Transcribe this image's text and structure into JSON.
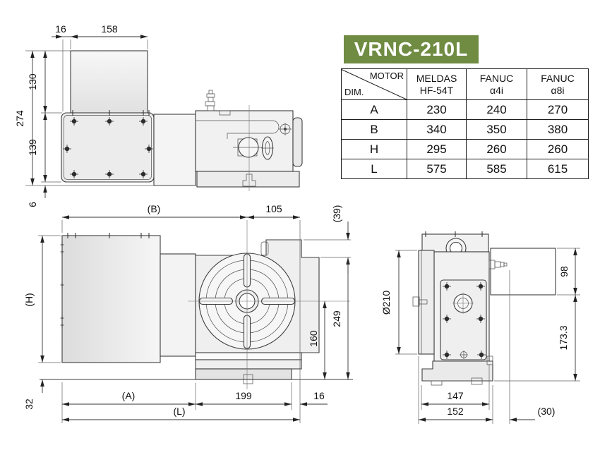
{
  "title": "VRNC-210L",
  "colors": {
    "title_bg": "#6f8c42",
    "title_text": "#ffffff",
    "line": "#3d3d3d"
  },
  "table": {
    "corner_top": "MOTOR",
    "corner_bottom": "DIM.",
    "col_headers": [
      {
        "line1": "MELDAS",
        "line2": "HF-54T"
      },
      {
        "line1": "FANUC",
        "line2": "α4i"
      },
      {
        "line1": "FANUC",
        "line2": "α8i"
      }
    ],
    "rows": [
      {
        "dim": "A",
        "values": [
          "230",
          "240",
          "270"
        ]
      },
      {
        "dim": "B",
        "values": [
          "340",
          "350",
          "380"
        ]
      },
      {
        "dim": "H",
        "values": [
          "295",
          "260",
          "260"
        ]
      },
      {
        "dim": "L",
        "values": [
          "575",
          "585",
          "615"
        ]
      }
    ]
  },
  "top_view": {
    "dims": {
      "d16": "16",
      "d158": "158",
      "d274": "274",
      "d130": "130",
      "d139": "139",
      "d6": "6"
    }
  },
  "front_view": {
    "dims": {
      "B": "(B)",
      "d105": "105",
      "d39": "(39)",
      "H": "(H)",
      "d249": "249",
      "d160": "160",
      "d32": "32",
      "A": "(A)",
      "d199": "199",
      "d16": "16",
      "L": "(L)"
    }
  },
  "side_view": {
    "dims": {
      "dia": "Ø210",
      "d98": "98",
      "d173": "173.3",
      "d147": "147",
      "d152": "152",
      "d30": "(30)"
    }
  }
}
